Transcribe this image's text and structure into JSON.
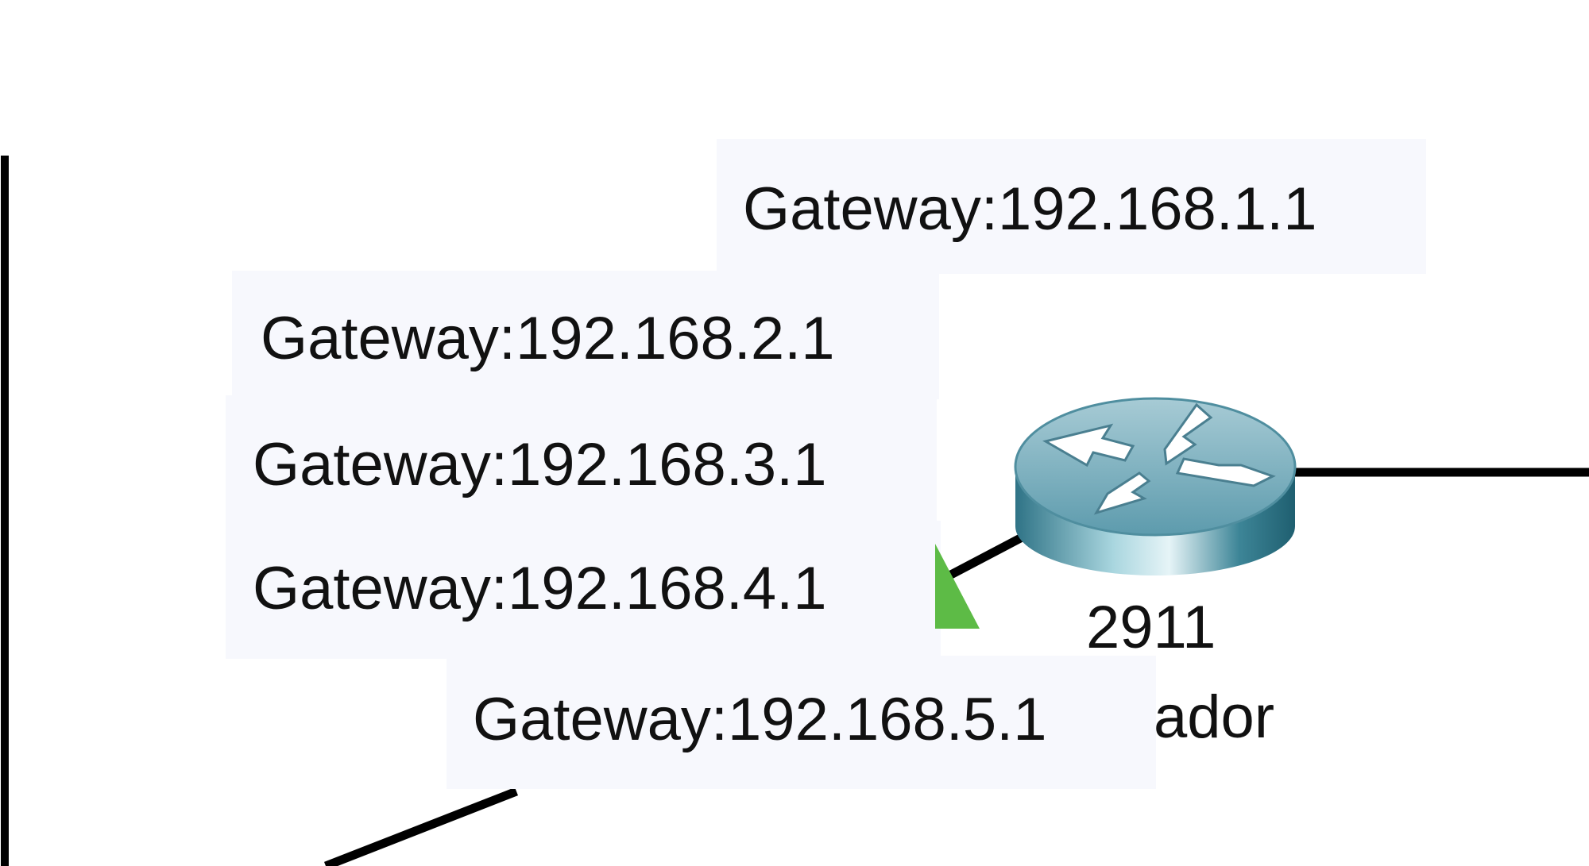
{
  "gateways": {
    "gw1": "Gateway:192.168.1.1",
    "gw2": "Gateway:192.168.2.1",
    "gw3": "Gateway:192.168.3.1",
    "gw4": "Gateway:192.168.4.1",
    "gw5": "Gateway:192.168.5.1"
  },
  "router": {
    "model": "2911",
    "name_fragment": "ador",
    "icon": "router-icon"
  },
  "link_status": {
    "icon": "link-up-triangle-icon",
    "color": "#5dbb46"
  },
  "colors": {
    "label_background": "#f7f8fd",
    "link_line": "#000000",
    "router_body": "#4b8ea1"
  }
}
